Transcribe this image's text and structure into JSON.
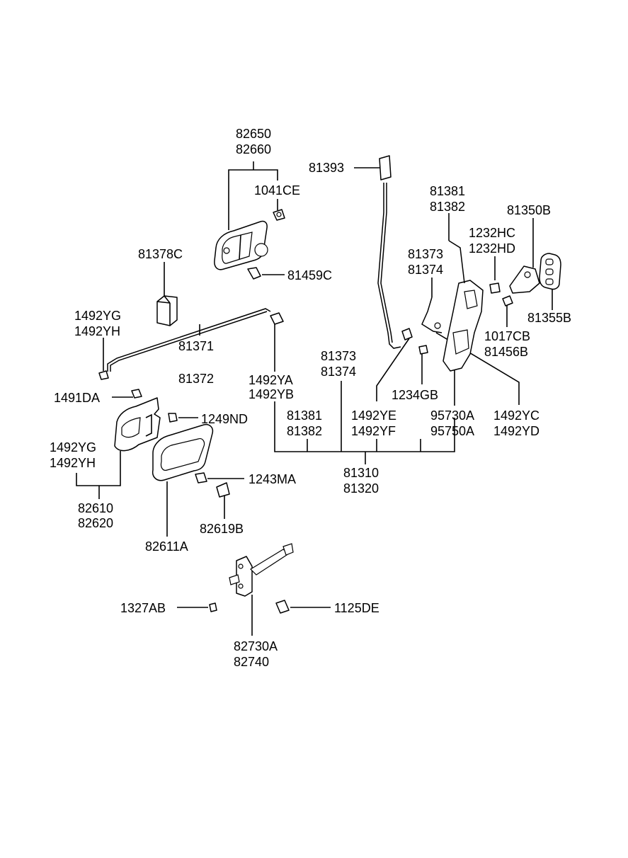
{
  "labels": {
    "p82650": "82650",
    "p82660": "82660",
    "p1041CE": "1041CE",
    "p81393": "81393",
    "p81381a": "81381",
    "p81382a": "81382",
    "p81350B": "81350B",
    "p1232HC": "1232HC",
    "p1232HD": "1232HD",
    "p81373a": "81373",
    "p81374a": "81374",
    "p81378C": "81378C",
    "p81459C": "81459C",
    "p81355B": "81355B",
    "p1492YG_a": "1492YG",
    "p1492YH_a": "1492YH",
    "p1017CB": "1017CB",
    "p81456B": "81456B",
    "p81371": "81371",
    "p81372": "81372",
    "p81373b": "81373",
    "p81374b": "81374",
    "p1492YA": "1492YA",
    "p1492YB": "1492YB",
    "p1234GB": "1234GB",
    "p1491DA": "1491DA",
    "p1249ND": "1249ND",
    "p81381b": "81381",
    "p81382b": "81382",
    "p1492YE": "1492YE",
    "p1492YF": "1492YF",
    "p95730A": "95730A",
    "p95750A": "95750A",
    "p1492YC": "1492YC",
    "p1492YD": "1492YD",
    "p1492YG_b": "1492YG",
    "p1492YH_b": "1492YH",
    "p81310": "81310",
    "p81320": "81320",
    "p1243MA": "1243MA",
    "p82610": "82610",
    "p82620": "82620",
    "p82619B": "82619B",
    "p82611A": "82611A",
    "p1327AB": "1327AB",
    "p1125DE": "1125DE",
    "p82730A": "82730A",
    "p82740": "82740"
  }
}
